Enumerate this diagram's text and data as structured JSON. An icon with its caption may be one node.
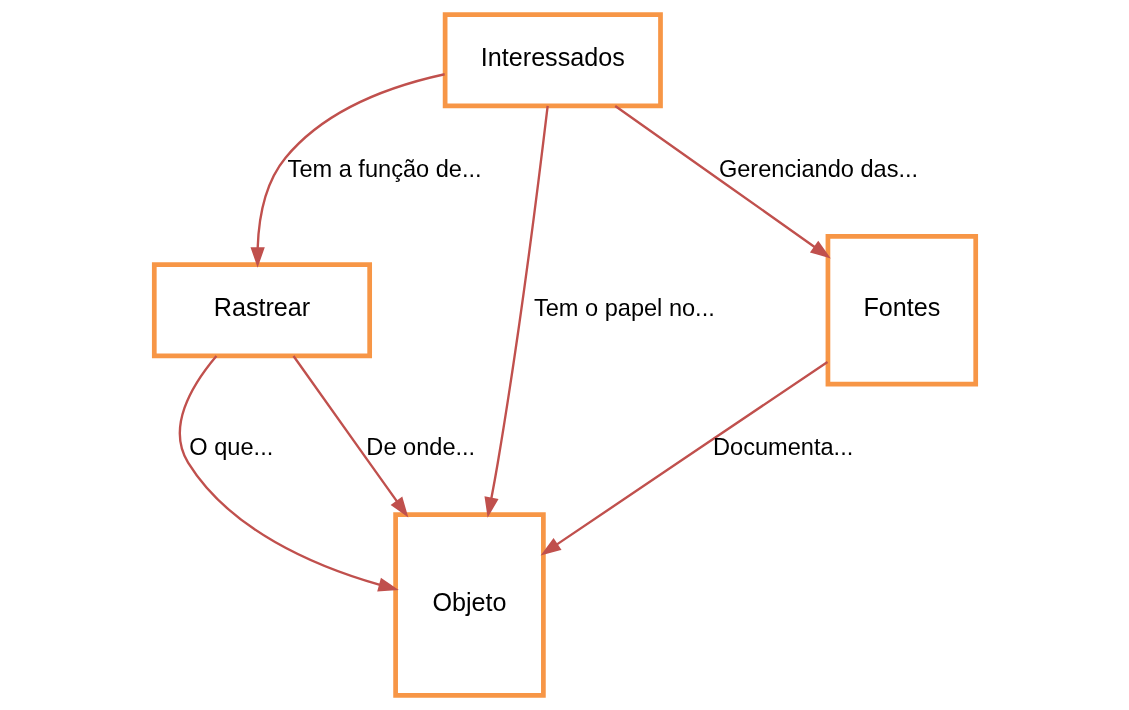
{
  "diagram": {
    "nodes": [
      {
        "text": [
          "Interessados"
        ]
      },
      {
        "text": [
          "Rastrear"
        ]
      },
      {
        "text": [
          "Objeto"
        ]
      },
      {
        "text": [
          "Fontes"
        ]
      }
    ],
    "edges": [
      {
        "from": 0,
        "to": 1,
        "arrow": "to",
        "label": "Tem a função de..."
      },
      {
        "from": 1,
        "to": 2,
        "arrow": "to",
        "label": "O que..."
      },
      {
        "from": 1,
        "to": 2,
        "arrow": "to",
        "label": "De onde..."
      },
      {
        "from": 0,
        "to": 2,
        "arrow": "to",
        "label": "Tem o papel no..."
      },
      {
        "from": 0,
        "to": 3,
        "arrow": "to",
        "label": "Gerenciando das..."
      },
      {
        "from": 3,
        "to": 2,
        "arrow": "to",
        "label": "Documenta..."
      }
    ]
  }
}
